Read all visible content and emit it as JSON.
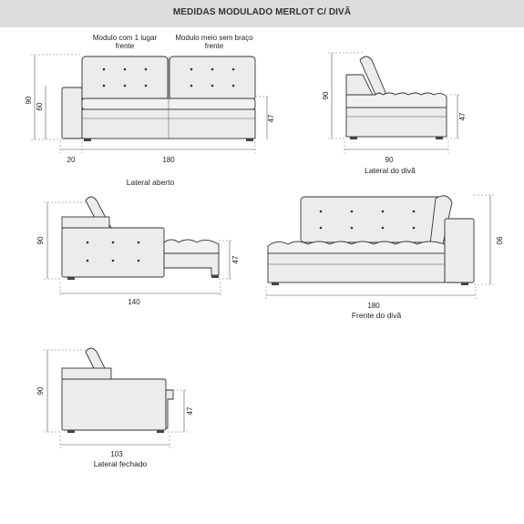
{
  "header": {
    "title": "MEDIDAS MODULADO MERLOT C/ DIVÃ"
  },
  "labels": {
    "modulo_1_line1": "Modulo com 1 lugar",
    "modulo_1_line2": "frente",
    "modulo_meio_line1": "Modulo meio sem braço",
    "modulo_meio_line2": "frente",
    "lateral_aberto": "Lateral aberto",
    "lateral_diva": "Lateral do divã",
    "frente_diva": "Frente do divã",
    "lateral_fechado": "Lateral fechado"
  },
  "dimensions": {
    "front": {
      "h_total": "90",
      "h_arm": "60",
      "h_seat": "47",
      "w_arm": "20",
      "w_total": "180"
    },
    "lateral_diva": {
      "h_total": "90",
      "h_seat": "47",
      "w_total": "90"
    },
    "lateral_aberto": {
      "h_total": "90",
      "h_seat": "47",
      "w_total": "140"
    },
    "frente_diva": {
      "h_total": "90",
      "w_total": "180"
    },
    "lateral_fechado": {
      "h_total": "90",
      "h_seat": "47",
      "w_total": "103"
    }
  },
  "colors": {
    "header_bg": "#dcdcdc",
    "line": "#333333",
    "fill": "#ececec"
  }
}
